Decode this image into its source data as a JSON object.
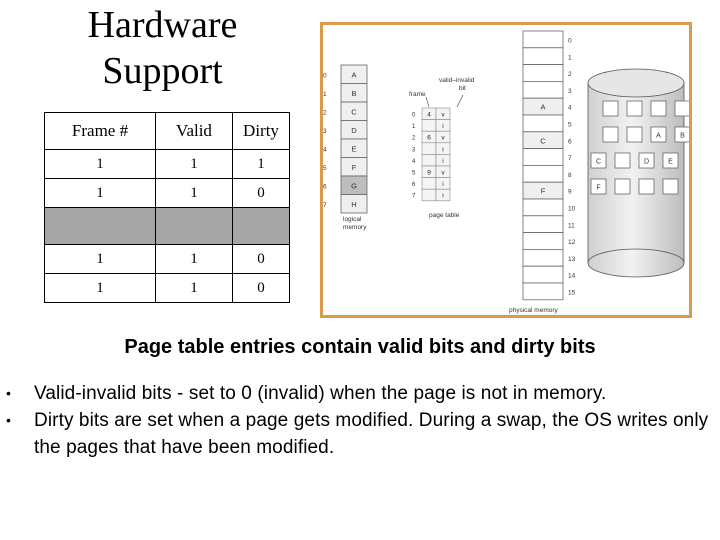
{
  "title_lines": [
    "Hardware",
    "Support"
  ],
  "table": {
    "headers": [
      "Frame #",
      "Valid",
      "Dirty"
    ],
    "rows": [
      [
        "1",
        "1",
        "1"
      ],
      [
        "1",
        "1",
        "0"
      ],
      [
        "",
        "",
        ""
      ],
      [
        "1",
        "1",
        "0"
      ],
      [
        "1",
        "1",
        "0"
      ]
    ],
    "highlight_row": 2,
    "highlight_color": "#a6a6a6"
  },
  "figure": {
    "border_color": "#d99a4c",
    "logical_memory": {
      "label_lines": [
        "logical",
        "memory"
      ],
      "indices": [
        "0",
        "1",
        "2",
        "3",
        "4",
        "5",
        "6",
        "7"
      ],
      "pages": [
        "A",
        "B",
        "C",
        "D",
        "E",
        "F",
        "G",
        "H"
      ]
    },
    "page_table": {
      "label": "page table",
      "frame_label": "frame",
      "valid_label_lines": [
        "valid–invalid",
        "bit"
      ],
      "indices": [
        "0",
        "1",
        "2",
        "3",
        "4",
        "5",
        "6",
        "7"
      ],
      "frames": [
        "4",
        "",
        "6",
        "",
        "",
        "9",
        "",
        ""
      ],
      "bits": [
        "v",
        "i",
        "v",
        "i",
        "i",
        "v",
        "i",
        "i"
      ]
    },
    "physical_memory": {
      "label": "physical memory",
      "frame_numbers": [
        "0",
        "1",
        "2",
        "3",
        "4",
        "5",
        "6",
        "7",
        "8",
        "9",
        "10",
        "11",
        "12",
        "13",
        "14",
        "15"
      ],
      "contents": [
        "",
        "",
        "",
        "",
        "A",
        "",
        "C",
        "",
        "",
        "F",
        "",
        "",
        "",
        "",
        "",
        ""
      ]
    },
    "disk": {
      "rows": [
        [
          "",
          "",
          "",
          ""
        ],
        [
          "",
          "",
          "A",
          "B"
        ],
        [
          "C",
          "",
          "D",
          "E"
        ],
        [
          "F",
          "",
          "",
          ""
        ]
      ]
    }
  },
  "caption": "Page table entries contain valid bits and dirty bits",
  "bullets": [
    "Valid-invalid bits - set to 0 (invalid) when the page is not in memory.",
    "Dirty bits are set when a page gets modified. During a swap, the OS writes only the pages that have been modified."
  ],
  "bullet_glyph": "•"
}
